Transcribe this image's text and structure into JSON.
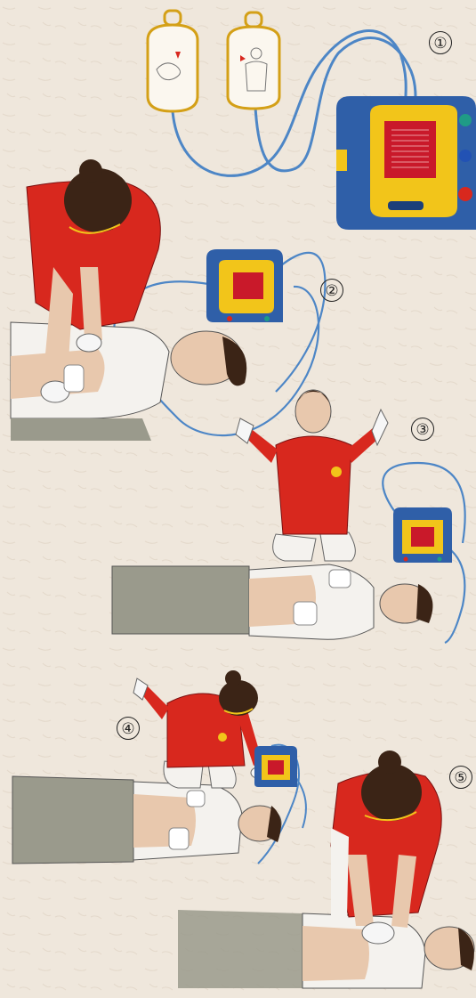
{
  "steps": [
    {
      "number": "①"
    },
    {
      "number": "②"
    },
    {
      "number": "③"
    },
    {
      "number": "④"
    },
    {
      "number": "⑤"
    }
  ],
  "colors": {
    "background": "#efe7dc",
    "shirt_red": "#d8281e",
    "aed_blue": "#2f5fa8",
    "aed_yellow": "#f2c51a",
    "pads_red": "#c9192a",
    "cable_blue": "#4d86c6",
    "skin": "#e8c8ad",
    "hair": "#3b2416",
    "pants": "#9a9a8c",
    "shirt_white": "#f4f2ee"
  },
  "icons": [
    "aed-device-icon",
    "electrode-pad-icon",
    "rescuer-figure",
    "patient-figure"
  ]
}
